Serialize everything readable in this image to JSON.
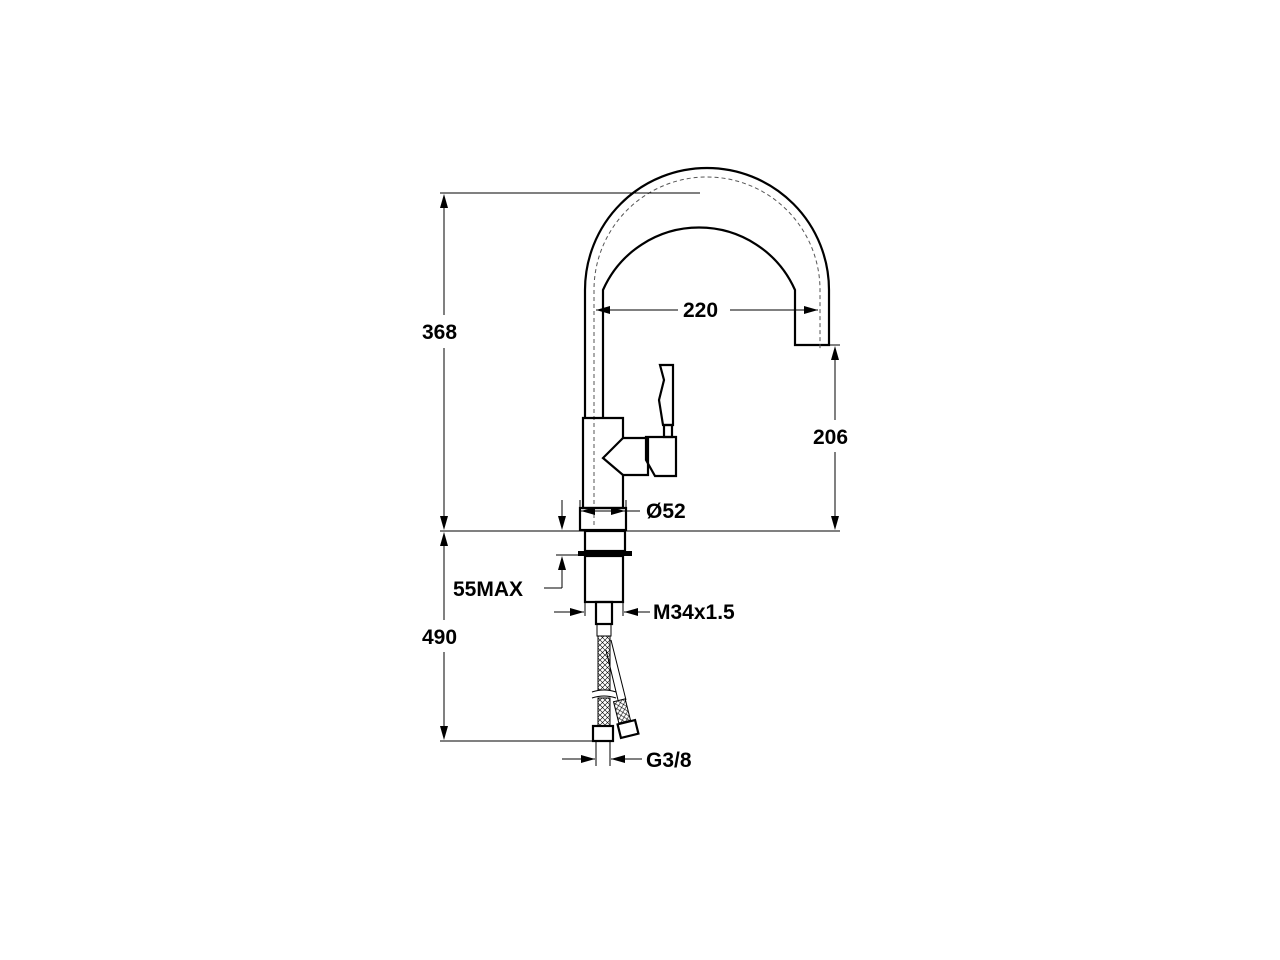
{
  "diagram": {
    "type": "technical-drawing",
    "subject": "kitchen faucet dimensional drawing",
    "dimensions": {
      "total_height": "368",
      "spout_reach": "220",
      "spout_outlet_height": "206",
      "base_diameter": "Ø52",
      "max_counter_thickness": "55MAX",
      "underside_length": "490",
      "thread": "M34x1.5",
      "hose_connection": "G3/8"
    },
    "colors": {
      "line": "#000000",
      "background": "#ffffff",
      "centerline": "#555555"
    }
  }
}
